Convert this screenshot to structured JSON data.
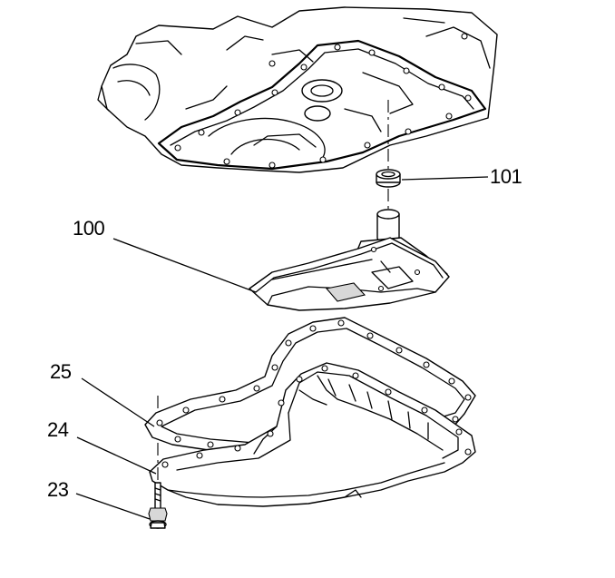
{
  "callouts": {
    "c101": "101",
    "c100": "100",
    "c25": "25",
    "c24": "24",
    "c23": "23"
  }
}
